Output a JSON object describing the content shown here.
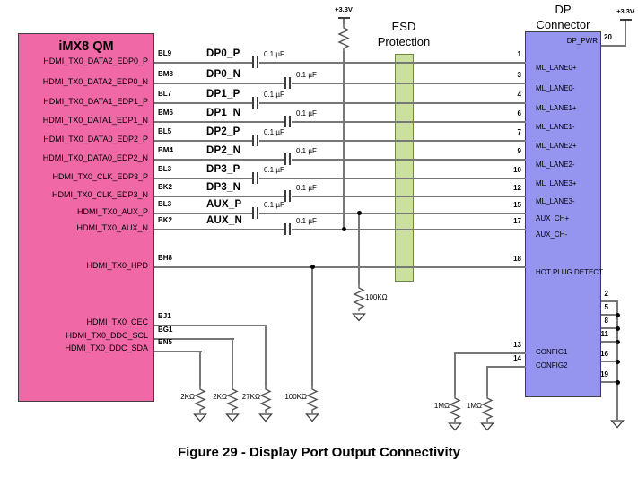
{
  "caption": "Figure 29 - Display Port Output Connectivity",
  "imx8": {
    "title": "iMX8 QM"
  },
  "esd": {
    "line1": "ESD",
    "line2": "Protection"
  },
  "connector": {
    "line1": "DP",
    "line2": "Connector"
  },
  "dp_pwr": {
    "label": "DP_PWR",
    "pin": "20",
    "rail": "+3.3V"
  },
  "aux": {
    "pullup_rail": "+3.3V",
    "pulldown_value": "100KΩ"
  },
  "rows": [
    {
      "left": "HDMI_TX0_DATA2_EDP0_P",
      "ball": "BL9",
      "net": "DP0_P",
      "cap": "0.1 µF",
      "num": "1",
      "right": "ML_LANE0+"
    },
    {
      "left": "HDMI_TX0_DATA2_EDP0_N",
      "ball": "BM8",
      "net": "DP0_N",
      "cap": "0.1 µF",
      "num": "3",
      "right": "ML_LANE0-"
    },
    {
      "left": "HDMI_TX0_DATA1_EDP1_P",
      "ball": "BL7",
      "net": "DP1_P",
      "cap": "0.1 µF",
      "num": "4",
      "right": "ML_LANE1+"
    },
    {
      "left": "HDMI_TX0_DATA1_EDP1_N",
      "ball": "BM6",
      "net": "DP1_N",
      "cap": "0.1 µF",
      "num": "6",
      "right": "ML_LANE1-"
    },
    {
      "left": "HDMI_TX0_DATA0_EDP2_P",
      "ball": "BL5",
      "net": "DP2_P",
      "cap": "0.1 µF",
      "num": "7",
      "right": "ML_LANE2+"
    },
    {
      "left": "HDMI_TX0_DATA0_EDP2_N",
      "ball": "BM4",
      "net": "DP2_N",
      "cap": "0.1 µF",
      "num": "9",
      "right": "ML_LANE2-"
    },
    {
      "left": "HDMI_TX0_CLK_EDP3_P",
      "ball": "BL3",
      "net": "DP3_P",
      "cap": "0.1 µF",
      "num": "10",
      "right": "ML_LANE3+"
    },
    {
      "left": "HDMI_TX0_CLK_EDP3_N",
      "ball": "BK2",
      "net": "DP3_N",
      "cap": "0.1 µF",
      "num": "12",
      "right": "ML_LANE3-"
    },
    {
      "left": "HDMI_TX0_AUX_P",
      "ball": "BL3",
      "net": "AUX_P",
      "cap": "0.1 µF",
      "num": "15",
      "right": "AUX_CH+"
    },
    {
      "left": "HDMI_TX0_AUX_N",
      "ball": "BK2",
      "net": "AUX_N",
      "cap": "0.1 µF",
      "num": "17",
      "right": "AUX_CH-"
    }
  ],
  "hpd": {
    "left": "HDMI_TX0_HPD",
    "ball": "BH8",
    "num": "18",
    "right": "HOT PLUG DETECT",
    "pulldown_value": "100KΩ"
  },
  "i2c_rows": [
    {
      "left": "HDMI_TX0_CEC",
      "ball": "BJ1",
      "res": "27KΩ"
    },
    {
      "left": "HDMI_TX0_DDC_SCL",
      "ball": "BG1",
      "res": "2KΩ"
    },
    {
      "left": "HDMI_TX0_DDC_SDA",
      "ball": "BN5",
      "res": "2KΩ"
    }
  ],
  "config_rows": [
    {
      "num": "13",
      "label": "CONFIG1",
      "res": "1MΩ"
    },
    {
      "num": "14",
      "label": "CONFIG2",
      "res": "1MΩ"
    }
  ],
  "ground_pins": [
    "2",
    "5",
    "8",
    "11",
    "16",
    "19"
  ],
  "colors": {
    "imx8_fill": "#F168A7",
    "connector_fill": "#9595F0",
    "esd_fill": "#CBE0A0",
    "esd_border": "#6E8B3D",
    "wire": "#777777"
  }
}
